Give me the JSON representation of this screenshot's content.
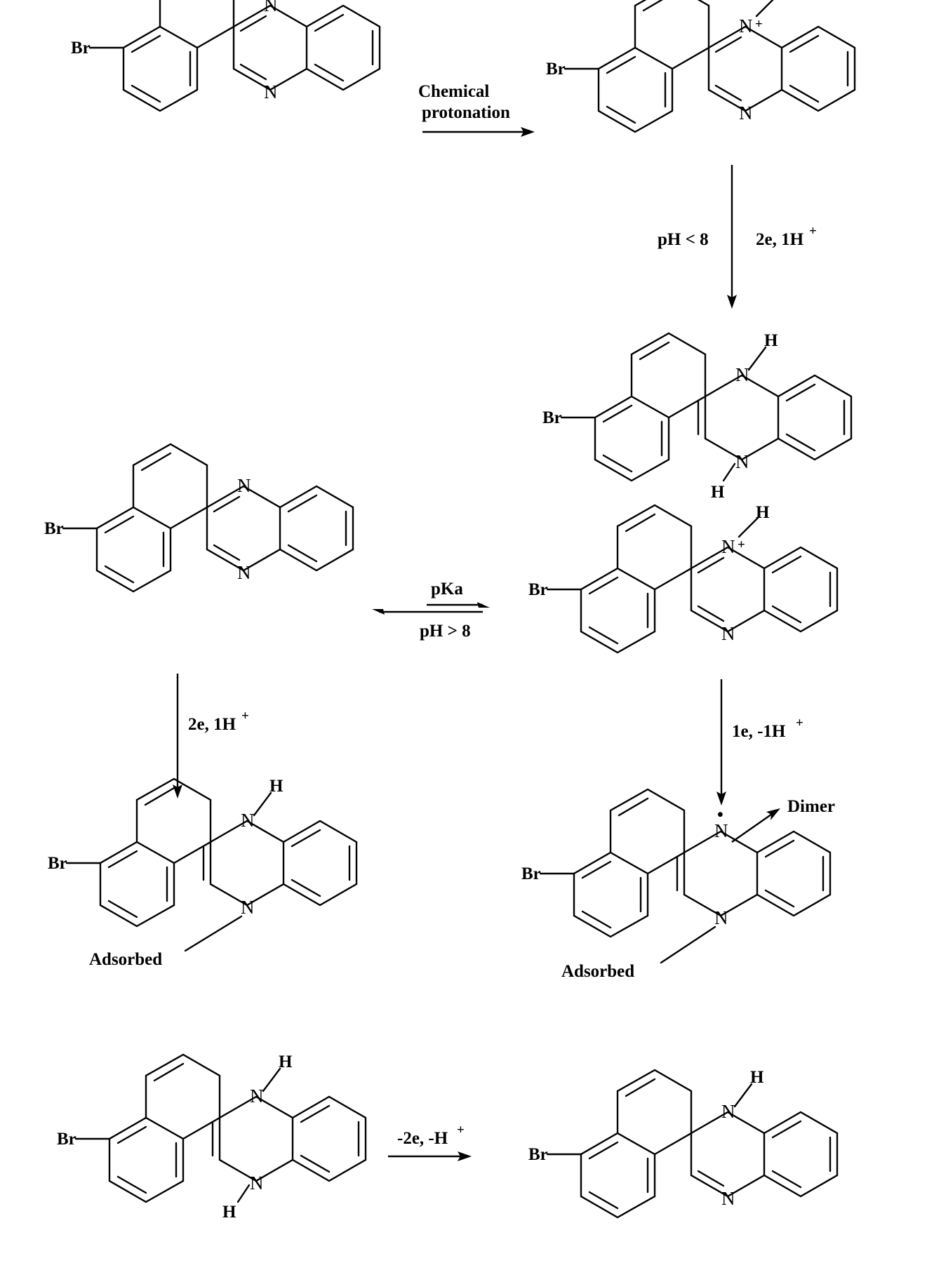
{
  "atoms": {
    "br": "Br",
    "n": "N",
    "h": "H",
    "plus": "+",
    "radical": "•"
  },
  "annotations": {
    "adsorbed": "Adsorbed",
    "dimer": "Dimer"
  },
  "arrows": {
    "protonation_line1": "Chemical",
    "protonation_line2": "protonation",
    "step1_left": "pH < 8",
    "step1_right_main": "2e, 1H",
    "step1_right_sup": "+",
    "equilibrium_top": "pKa",
    "equilibrium_bottom": "pH > 8",
    "left_reduction_main": "2e, 1H",
    "left_reduction_sup": "+",
    "right_reduction_main": "1e, -1H",
    "right_reduction_sup": "+",
    "oxidation_main": "-2e, -H",
    "oxidation_sup": "+"
  }
}
